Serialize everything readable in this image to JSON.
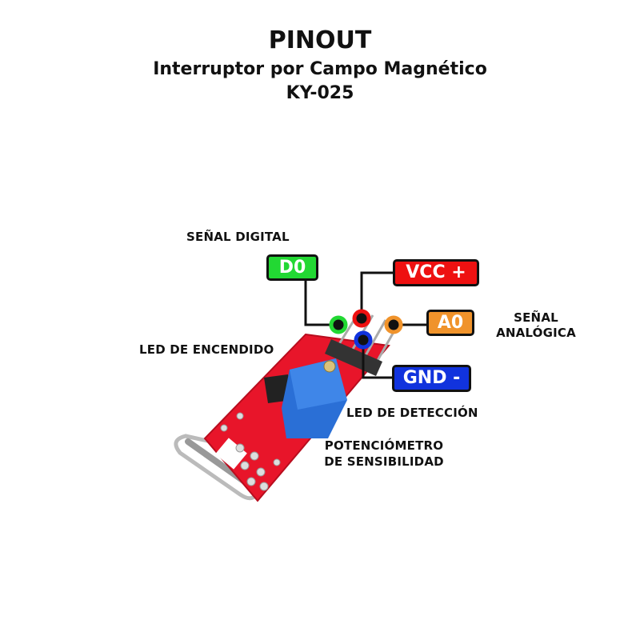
{
  "header": {
    "title": "PINOUT",
    "subtitle": "Interruptor por Campo Magnético",
    "model": "KY-025"
  },
  "pins": {
    "d0": {
      "label": "D0",
      "color": "#22d833"
    },
    "vcc": {
      "label": "VCC +",
      "color": "#ee1111"
    },
    "a0": {
      "label": "A0",
      "color": "#f0932b"
    },
    "gnd": {
      "label": "GND -",
      "color": "#1133dd"
    }
  },
  "annotations": {
    "digital_signal": "SEÑAL DIGITAL",
    "analog_signal_1": "SEÑAL",
    "analog_signal_2": "ANALÓGICA",
    "power_led": "LED DE ENCENDIDO",
    "detection_led": "LED DE DETECCIÓN",
    "pot_1": "POTENCIÓMETRO",
    "pot_2": "DE SENSIBILIDAD"
  }
}
